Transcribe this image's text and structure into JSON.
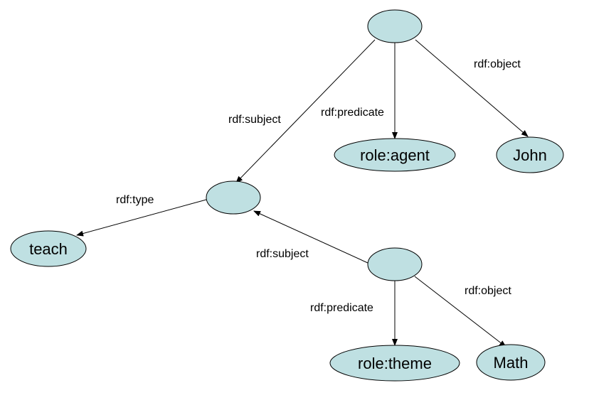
{
  "nodes": {
    "statement_1": "",
    "teach_event": "",
    "statement_2": "",
    "role_agent": "role:agent",
    "john": "John",
    "teach": "teach",
    "role_theme": "role:theme",
    "math": "Math"
  },
  "edges": {
    "statement_1_subject": "rdf:subject",
    "statement_1_predicate": "rdf:predicate",
    "statement_1_object": "rdf:object",
    "event_type": "rdf:type",
    "statement_2_subject": "rdf:subject",
    "statement_2_predicate": "rdf:predicate",
    "statement_2_object": "rdf:object"
  },
  "colors": {
    "node_fill": "#bfe0e2",
    "stroke": "#000000"
  }
}
